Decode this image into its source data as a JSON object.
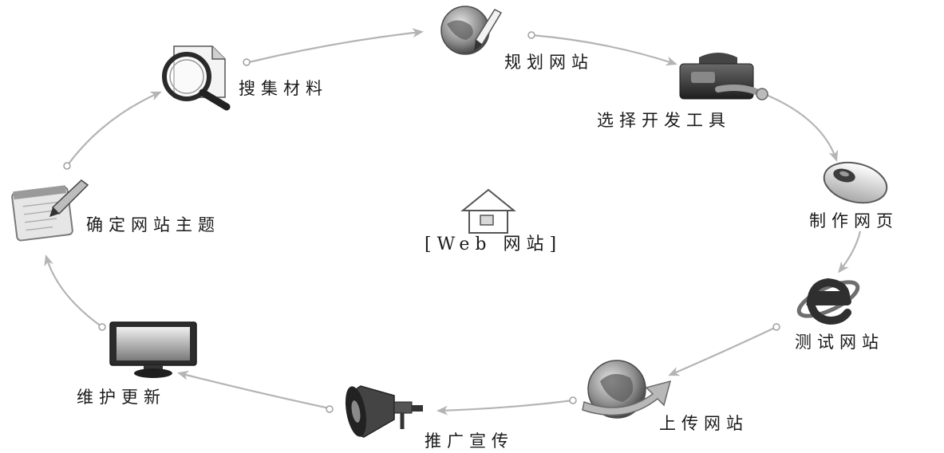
{
  "center": {
    "label": "[Web 网站]"
  },
  "steps": [
    {
      "label": "规划网站",
      "icon": "globe-pen-icon"
    },
    {
      "label": "选择开发工具",
      "icon": "toolbox-icon"
    },
    {
      "label": "制作网页",
      "icon": "mouse-icon"
    },
    {
      "label": "测试网站",
      "icon": "browser-e-icon"
    },
    {
      "label": "上传网站",
      "icon": "globe-upload-icon"
    },
    {
      "label": "推广宣传",
      "icon": "megaphone-icon"
    },
    {
      "label": "维护更新",
      "icon": "monitor-icon"
    },
    {
      "label": "确定网站主题",
      "icon": "notepad-pencil-icon"
    },
    {
      "label": "搜集材料",
      "icon": "magnifier-document-icon"
    }
  ],
  "colors": {
    "arrow": "#b4b4b4",
    "text": "#1a1a1a",
    "icon_dark": "#3c3c3c",
    "icon_mid": "#8a8a8a",
    "icon_light": "#dcdcdc"
  }
}
